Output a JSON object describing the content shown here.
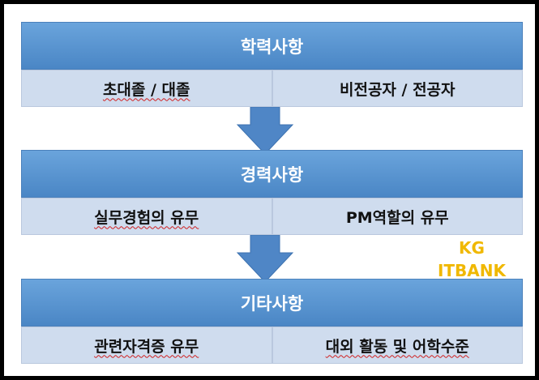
{
  "sections": [
    {
      "title": "학력사항",
      "left": "초대졸 / 대졸",
      "right": "비전공자 / 전공자"
    },
    {
      "title": "경력사항",
      "left": "실무경험의 유무",
      "right": "PM역할의 유무"
    },
    {
      "title": "기타사항",
      "left": "관련자격증 유무",
      "right": "대외 활동 및 어학수준"
    }
  ],
  "watermark": {
    "line1": "KG",
    "line2": "ITBANK"
  },
  "colors": {
    "header": "#5b95d3",
    "cell": "#cfdcee",
    "arrow": "#4f86c6",
    "watermark": "#f0b800"
  }
}
